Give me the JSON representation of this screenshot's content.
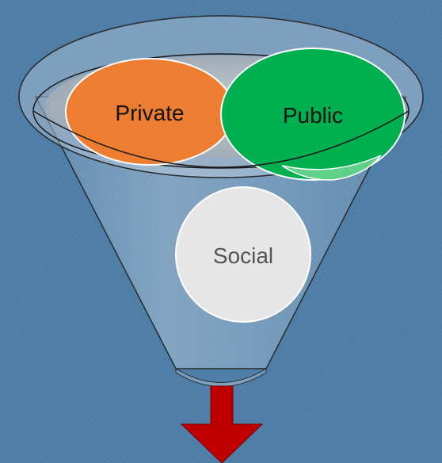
{
  "diagram": {
    "bubbles": [
      {
        "label": "Private",
        "color": "#ed7d31",
        "text_color": "#111111"
      },
      {
        "label": "Public",
        "color": "#00b050",
        "text_color": "#111111"
      },
      {
        "label": "Social",
        "color": "#e6e6e6",
        "text_color": "#555555"
      }
    ],
    "funnel_color": "#c9d7e6",
    "arrow_color": "#c00000"
  }
}
